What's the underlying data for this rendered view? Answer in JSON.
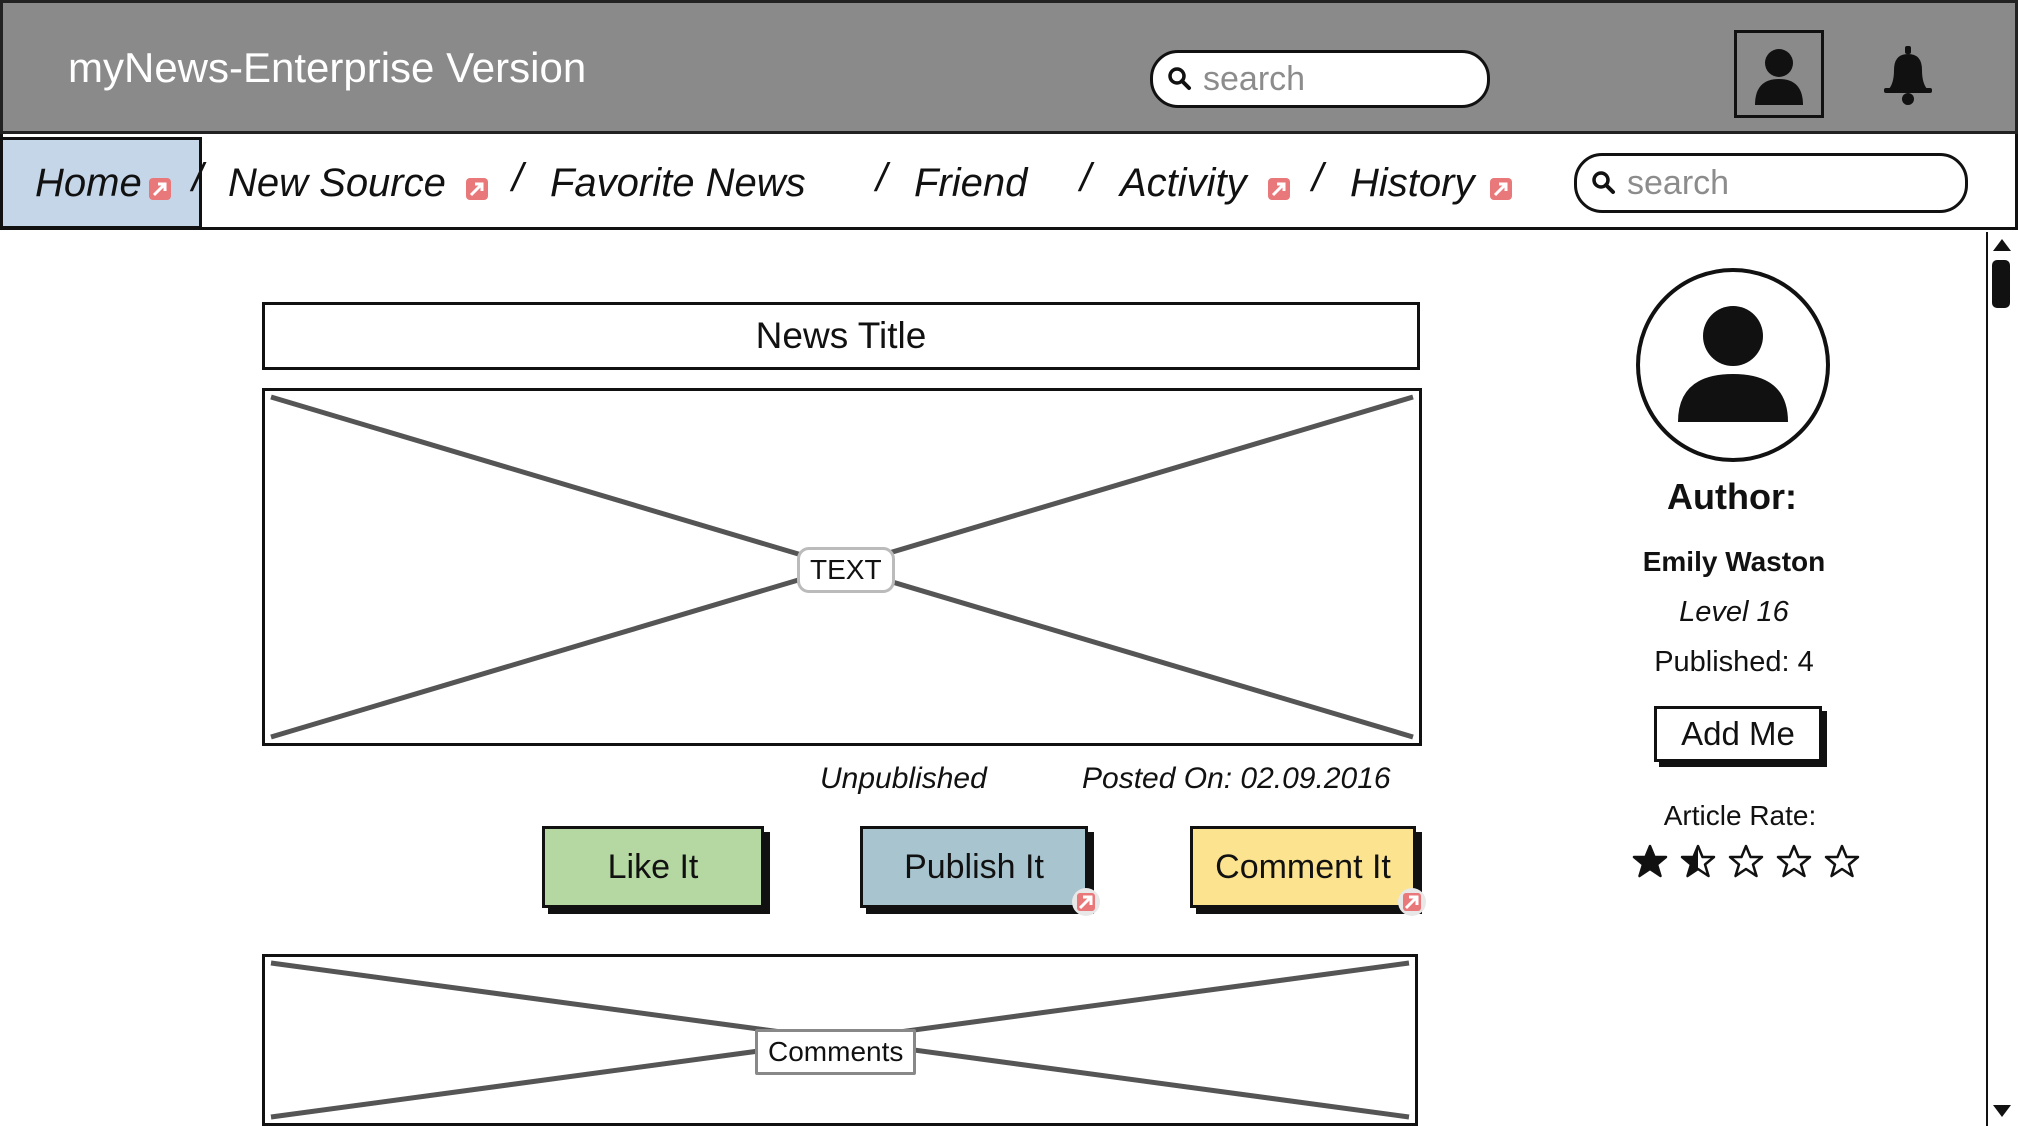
{
  "header": {
    "app_title": "myNews-Enterprise Version",
    "search_placeholder": "search"
  },
  "nav": {
    "items": [
      {
        "label": "Home"
      },
      {
        "label": "New Source"
      },
      {
        "label": "Favorite News"
      },
      {
        "label": "Friend"
      },
      {
        "label": "Activity"
      },
      {
        "label": "History"
      }
    ],
    "separator": "/",
    "search_placeholder": "search"
  },
  "article": {
    "title": "News Title",
    "image_label": "TEXT",
    "status": "Unpublished",
    "posted_on": "Posted On: 02.09.2016",
    "buttons": {
      "like": "Like It",
      "publish": "Publish It",
      "comment": "Comment It"
    },
    "comments_label": "Comments"
  },
  "author": {
    "heading": "Author:",
    "name": "Emily Waston",
    "level": "Level 16",
    "published": "Published: 4",
    "add_button": "Add Me",
    "rate_label": "Article Rate:",
    "rating": 1.5,
    "rating_max": 5
  },
  "colors": {
    "topbar": "#8a8a8a",
    "home_tab": "#c5d6e8",
    "like": "#b5d8a3",
    "publish": "#a8c4cf",
    "comment": "#fce38f",
    "link_marker": "#e8787a"
  },
  "icons": {
    "search": "search-icon",
    "user": "user-icon",
    "bell": "bell-icon",
    "link": "link-arrow-icon",
    "star": "star-icon"
  }
}
